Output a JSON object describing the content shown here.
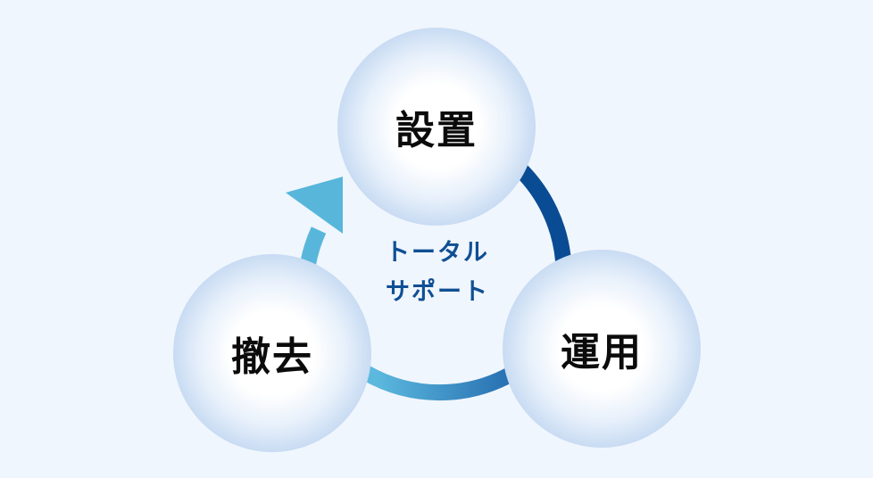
{
  "diagram": {
    "center_lines": [
      "トータル",
      "サポート"
    ],
    "nodes": {
      "top": "設置",
      "right": "運用",
      "left": "撤去"
    }
  },
  "colors": {
    "background": "#f0f6fd",
    "arc_dark": "#0a4c93",
    "arc_mid": "#2a78b8",
    "arc_light": "#58b6db",
    "center_text": "#0f4f94",
    "node_label": "#0b0b0b"
  }
}
